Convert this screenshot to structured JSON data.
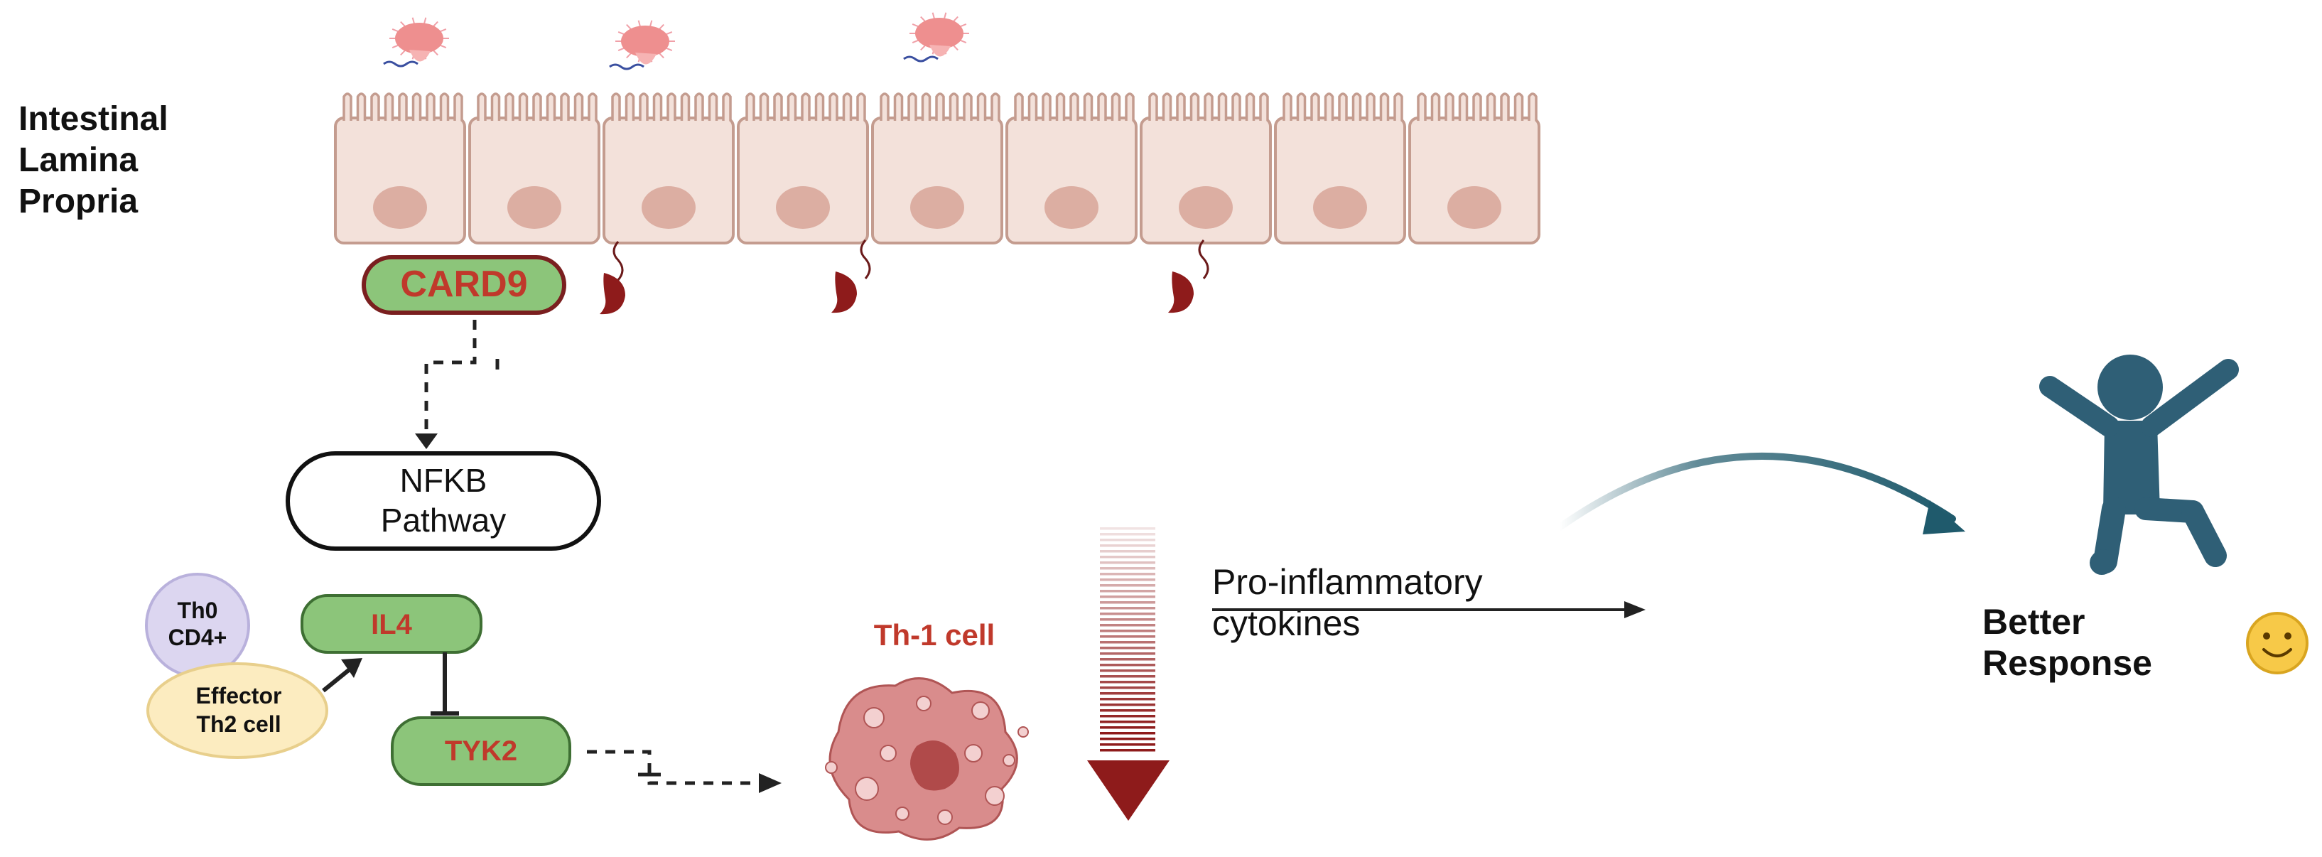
{
  "region_label": [
    "Intestinal",
    "Lamina",
    "Propria"
  ],
  "nodes": {
    "card9": "CARD9",
    "nfkb": [
      "NFKB",
      "Pathway"
    ],
    "th0": [
      "Th0",
      "CD4+"
    ],
    "effector": [
      "Effector",
      "Th2 cell"
    ],
    "il4": "IL4",
    "tyk2": "TYK2",
    "th1": "Th-1 cell"
  },
  "cytokines": [
    "Pro-inflammatory",
    "cytokines"
  ],
  "outcome": [
    "Better",
    "Response"
  ],
  "icons": {
    "microbe": "bacterium-icon",
    "person": "person-celebrating-icon",
    "smiley": "smiley-face-icon",
    "th1_cell": "th1-cell-icon",
    "down_arrow": "gradient-down-arrow-icon"
  },
  "colors": {
    "cell_fill": "#f3e1da",
    "cell_stroke": "#c49c8f",
    "nucleus": "#dcaea2",
    "green_node": "#8cc57a",
    "green_stroke": "#3e6f33",
    "red_text": "#c0392b",
    "dark_red": "#8e1b1b",
    "th0_fill": "#dcd6f0",
    "effector_fill": "#fcecc0",
    "teal": "#1f5a6c",
    "person": "#2f5f76",
    "smiley": "#f7c948"
  }
}
